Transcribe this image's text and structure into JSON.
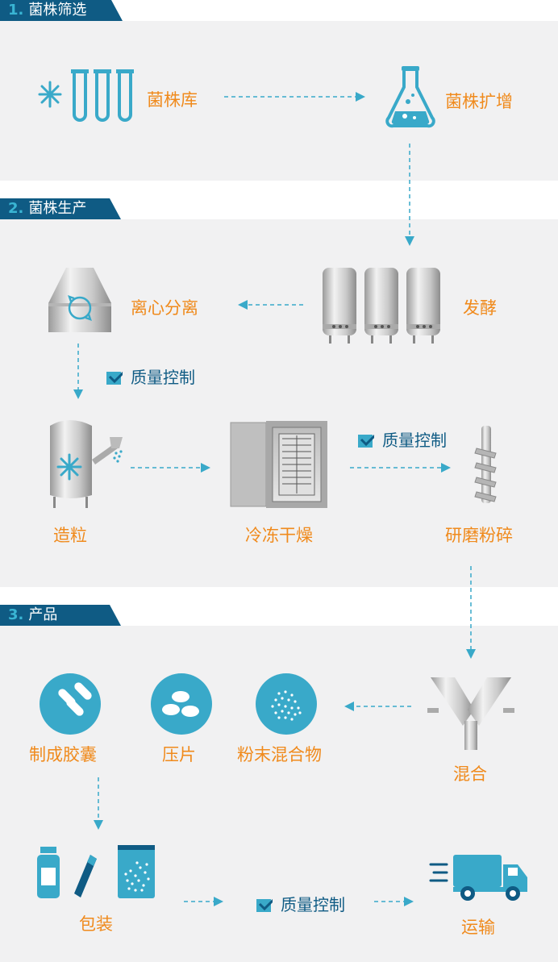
{
  "sections": [
    {
      "num": "1.",
      "title": "菌株筛选"
    },
    {
      "num": "2.",
      "title": "菌株生产"
    },
    {
      "num": "3.",
      "title": "产品"
    }
  ],
  "steps": {
    "strain_library": "菌株库",
    "strain_amplification": "菌株扩增",
    "fermentation": "发酵",
    "centrifugation": "离心分离",
    "granulation": "造粒",
    "freeze_drying": "冷冻干燥",
    "grinding": "研磨粉碎",
    "mixing": "混合",
    "powder_mix": "粉末混合物",
    "tableting": "压片",
    "capsules": "制成胶囊",
    "packaging": "包装",
    "transport": "运输"
  },
  "quality_control": "质量控制",
  "colors": {
    "orange": "#f08a1c",
    "navy": "#0f5b84",
    "teal": "#39a9c9",
    "panel": "#f1f1f2"
  }
}
